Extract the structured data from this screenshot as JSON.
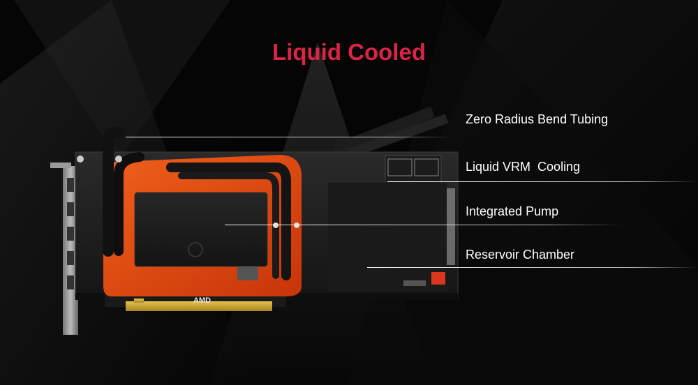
{
  "heading": "Liquid Cooled",
  "callouts": [
    "Zero Radius Bend Tubing",
    "Liquid VRM  Cooling",
    "Integrated Pump",
    "Reservoir Chamber"
  ],
  "board_logo": "AMD",
  "colors": {
    "title": "#dc2446",
    "accent_plate": "#e8430f",
    "background": "#050505"
  }
}
